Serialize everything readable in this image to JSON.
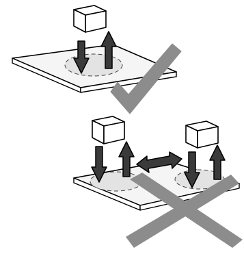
{
  "diagram": {
    "panels": [
      {
        "id": "top",
        "verdict": "correct",
        "verdict_icon": "check-mark-icon",
        "objects": [
          "box"
        ],
        "arrows": [
          "down-arrow",
          "up-arrow"
        ]
      },
      {
        "id": "bottom",
        "verdict": "incorrect",
        "verdict_icon": "cross-mark-icon",
        "objects": [
          "box",
          "box"
        ],
        "arrows": [
          "down-arrow",
          "up-arrow",
          "double-horizontal-arrow",
          "down-arrow",
          "up-arrow"
        ]
      }
    ],
    "colors": {
      "outline": "#000000",
      "arrow_fill": "#3a3a3a",
      "mark_fill": "#8c8c8c",
      "shadow_fill": "#e3e3e3",
      "panel_fill": "#f5f5f5"
    }
  }
}
